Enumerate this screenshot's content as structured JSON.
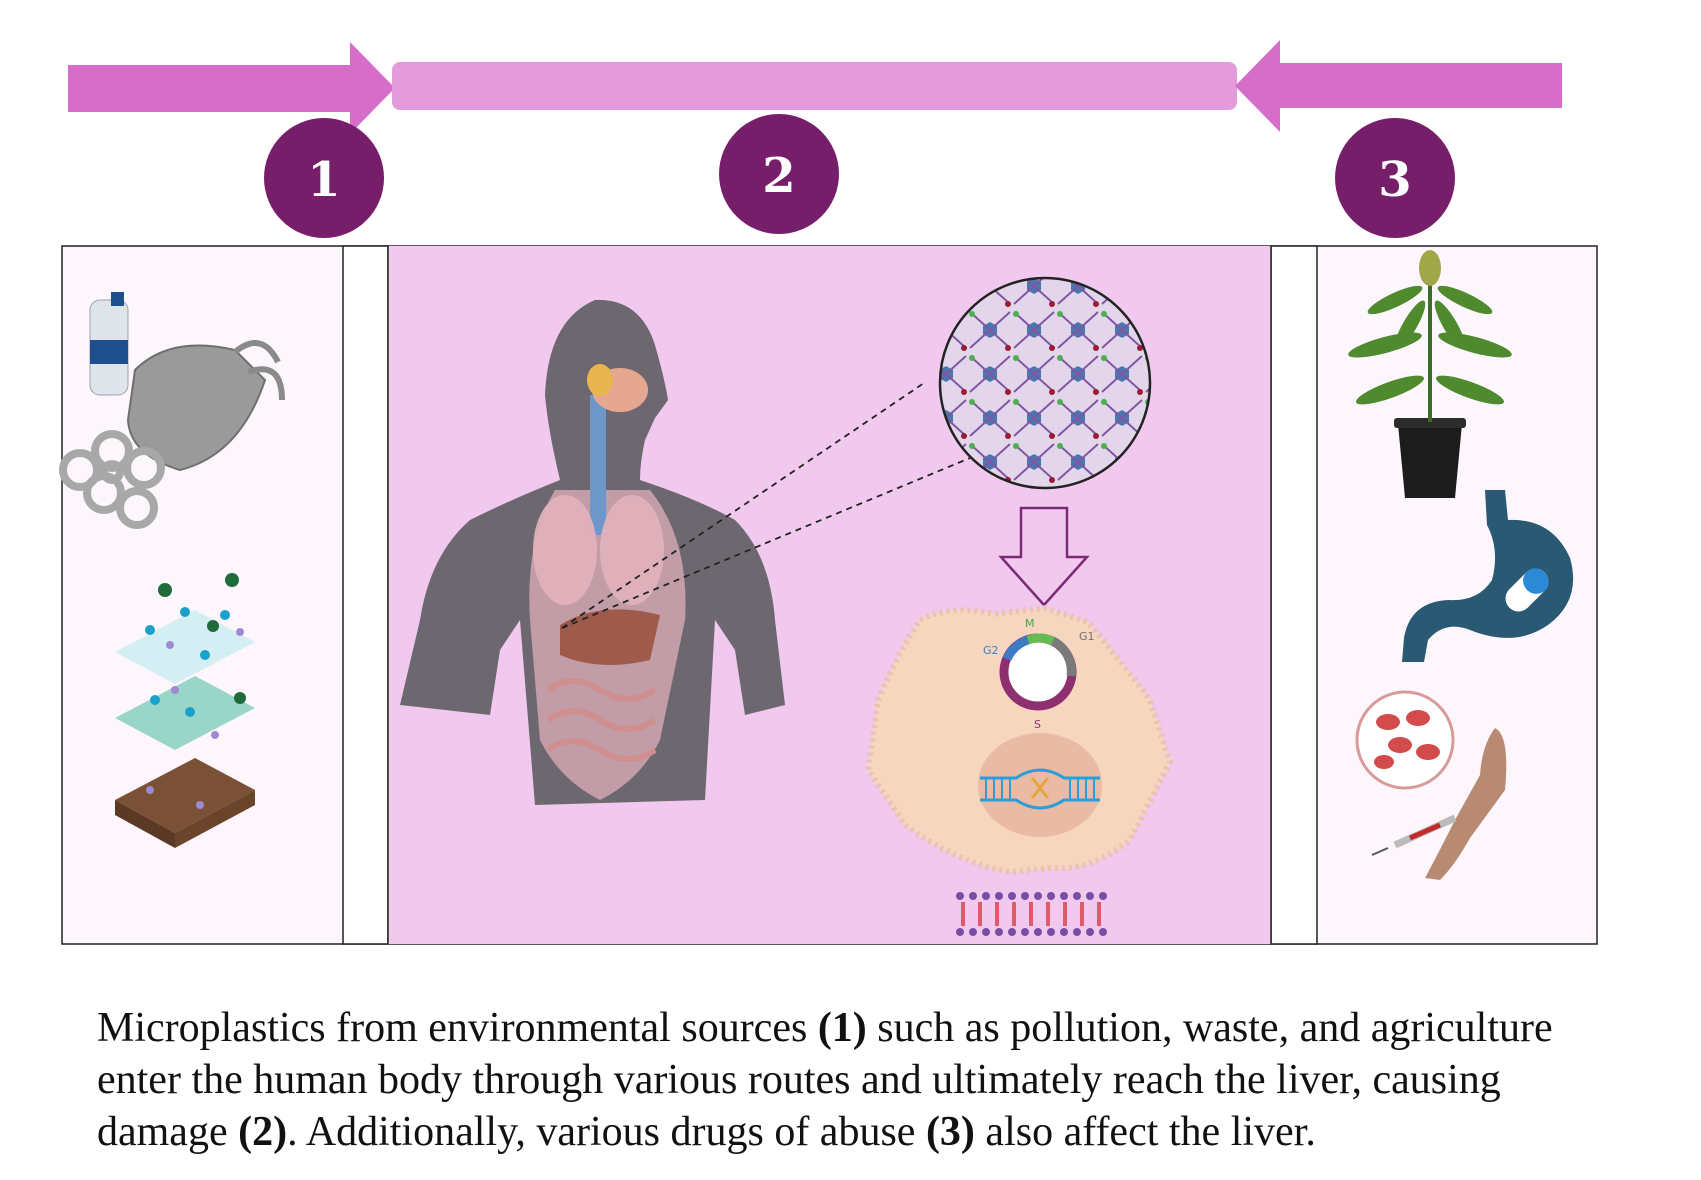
{
  "steps": [
    {
      "number": "1"
    },
    {
      "number": "2"
    },
    {
      "number": "3"
    }
  ],
  "cell_cycle": {
    "m": "M",
    "g1": "G1",
    "g2": "G2",
    "s": "S"
  },
  "caption": {
    "t1": "Microplastics from environmental sources ",
    "b1": "(1)",
    "t2": " such as pollution, waste, and agriculture enter the human body through various routes and ultimately reach the liver, causing damage ",
    "b2": "(2)",
    "t3": ". Additionally, various drugs of abuse ",
    "b3": "(3)",
    "t4": " also affect the liver."
  },
  "colors": {
    "arrow_dark": "#d66dc8",
    "bar": "#e39bdb",
    "circle": "#761e6a",
    "panel2_bg": "#f2c9ee",
    "side_bg": "#fdf6fc",
    "border": "#222222"
  }
}
